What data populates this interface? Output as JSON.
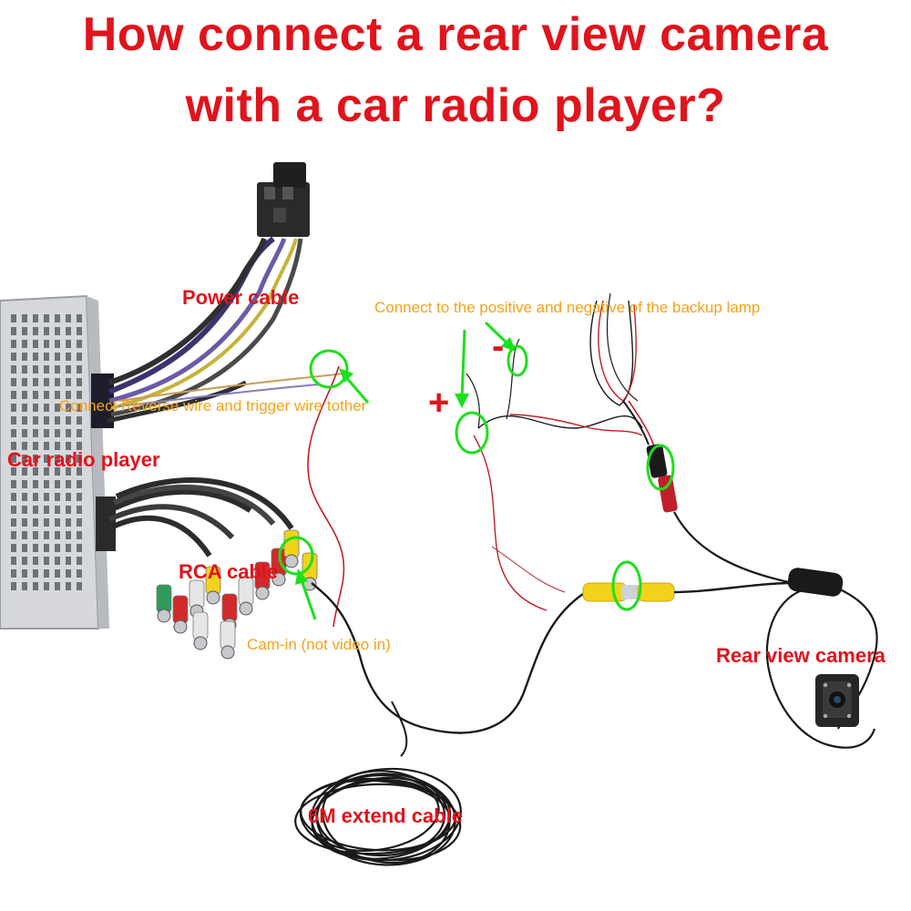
{
  "title": {
    "line1": "How connect a rear view camera",
    "line2": "with a car radio player?"
  },
  "labels": {
    "power_cable": "Power cable",
    "car_radio_player": "Car radio player",
    "rca_cable": "RCA cable",
    "rear_view_camera": "Rear view camera",
    "extend_cable": "6M extend cable",
    "reverse_wire_note": "Connect Reverse wire and trigger wire tother",
    "backup_lamp_note": "Connect to the positive and negative of the backup lamp",
    "cam_in_note": "Cam-in (not video in)",
    "plus_sign": "+",
    "minus_sign": "-"
  },
  "colors": {
    "title": "#e0141c",
    "label_red": "#e0141c",
    "label_orange": "#f5a31a",
    "marker_green": "#1be01b",
    "wire_black": "#1a1a1a",
    "wire_red": "#c0202a",
    "rca_yellow": "#f2d21b",
    "rca_red": "#d12a2a",
    "rca_white": "#e6e6e6",
    "rca_green": "#2f9a5a"
  }
}
